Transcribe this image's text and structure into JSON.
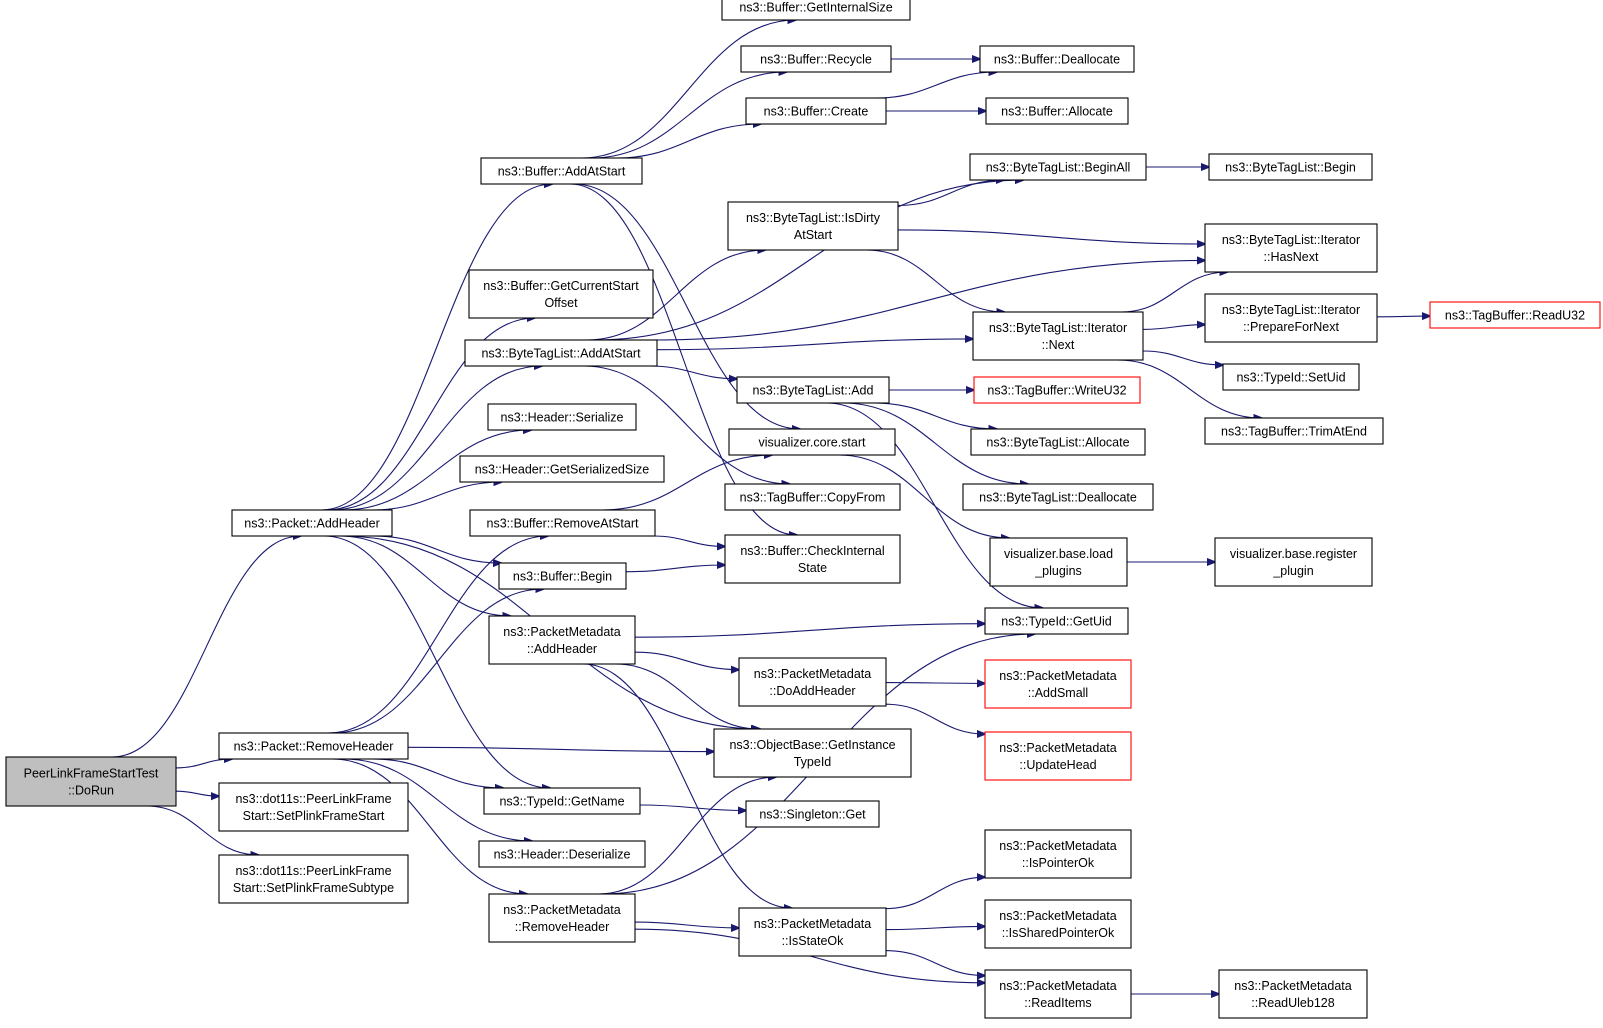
{
  "graph": {
    "nodes": [
      {
        "id": "root",
        "label": [
          "PeerLinkFrameStartTest",
          "::DoRun"
        ],
        "style": "root"
      },
      {
        "id": "pkt_addheader",
        "label": [
          "ns3::Packet::AddHeader"
        ]
      },
      {
        "id": "pkt_removeheader",
        "label": [
          "ns3::Packet::RemoveHeader"
        ]
      },
      {
        "id": "setplinkframestart",
        "label": [
          "ns3::dot11s::PeerLinkFrame",
          "Start::SetPlinkFrameStart"
        ]
      },
      {
        "id": "setplinkframesubtype",
        "label": [
          "ns3::dot11s::PeerLinkFrame",
          "Start::SetPlinkFrameSubtype"
        ]
      },
      {
        "id": "buf_addatstart",
        "label": [
          "ns3::Buffer::AddAtStart"
        ]
      },
      {
        "id": "buf_getcurrentstartoffset",
        "label": [
          "ns3::Buffer::GetCurrentStart",
          "Offset"
        ]
      },
      {
        "id": "btl_addatstart",
        "label": [
          "ns3::ByteTagList::AddAtStart"
        ]
      },
      {
        "id": "hdr_serialize",
        "label": [
          "ns3::Header::Serialize"
        ]
      },
      {
        "id": "hdr_getserializedsize",
        "label": [
          "ns3::Header::GetSerializedSize"
        ]
      },
      {
        "id": "buf_removeatstart",
        "label": [
          "ns3::Buffer::RemoveAtStart"
        ]
      },
      {
        "id": "buf_begin",
        "label": [
          "ns3::Buffer::Begin"
        ]
      },
      {
        "id": "pm_addheader",
        "label": [
          "ns3::PacketMetadata",
          "::AddHeader"
        ]
      },
      {
        "id": "typeid_getname",
        "label": [
          "ns3::TypeId::GetName"
        ]
      },
      {
        "id": "hdr_deserialize",
        "label": [
          "ns3::Header::Deserialize"
        ]
      },
      {
        "id": "pm_removeheader",
        "label": [
          "ns3::PacketMetadata",
          "::RemoveHeader"
        ]
      },
      {
        "id": "buf_getinternalsize",
        "label": [
          "ns3::Buffer::GetInternalSize"
        ]
      },
      {
        "id": "buf_recycle",
        "label": [
          "ns3::Buffer::Recycle"
        ]
      },
      {
        "id": "buf_create",
        "label": [
          "ns3::Buffer::Create"
        ]
      },
      {
        "id": "btl_isdirtyatstart",
        "label": [
          "ns3::ByteTagList::IsDirty",
          "AtStart"
        ]
      },
      {
        "id": "btl_add",
        "label": [
          "ns3::ByteTagList::Add"
        ]
      },
      {
        "id": "viz_core_start",
        "label": [
          "visualizer.core.start"
        ]
      },
      {
        "id": "tb_copyfrom",
        "label": [
          "ns3::TagBuffer::CopyFrom"
        ]
      },
      {
        "id": "buf_checkinternalstate",
        "label": [
          "ns3::Buffer::CheckInternal",
          "State"
        ]
      },
      {
        "id": "pm_doaddheader",
        "label": [
          "ns3::PacketMetadata",
          "::DoAddHeader"
        ]
      },
      {
        "id": "ob_getinstancetypeid",
        "label": [
          "ns3::ObjectBase::GetInstance",
          "TypeId"
        ]
      },
      {
        "id": "singleton_get",
        "label": [
          "ns3::Singleton::Get"
        ]
      },
      {
        "id": "pm_isstateok",
        "label": [
          "ns3::PacketMetadata",
          "::IsStateOk"
        ]
      },
      {
        "id": "buf_deallocate",
        "label": [
          "ns3::Buffer::Deallocate"
        ]
      },
      {
        "id": "buf_allocate",
        "label": [
          "ns3::Buffer::Allocate"
        ]
      },
      {
        "id": "btl_beginall",
        "label": [
          "ns3::ByteTagList::BeginAll"
        ]
      },
      {
        "id": "btl_iter_next",
        "label": [
          "ns3::ByteTagList::Iterator",
          "::Next"
        ]
      },
      {
        "id": "tb_writeu32",
        "label": [
          "ns3::TagBuffer::WriteU32"
        ],
        "style": "red"
      },
      {
        "id": "btl_allocate",
        "label": [
          "ns3::ByteTagList::Allocate"
        ]
      },
      {
        "id": "btl_deallocate",
        "label": [
          "ns3::ByteTagList::Deallocate"
        ]
      },
      {
        "id": "viz_base_loadplugins",
        "label": [
          "visualizer.base.load",
          "_plugins"
        ]
      },
      {
        "id": "typeid_getuid",
        "label": [
          "ns3::TypeId::GetUid"
        ]
      },
      {
        "id": "pm_addsmall",
        "label": [
          "ns3::PacketMetadata",
          "::AddSmall"
        ],
        "style": "red"
      },
      {
        "id": "pm_updatehead",
        "label": [
          "ns3::PacketMetadata",
          "::UpdateHead"
        ],
        "style": "red"
      },
      {
        "id": "pm_ispointerok",
        "label": [
          "ns3::PacketMetadata",
          "::IsPointerOk"
        ]
      },
      {
        "id": "pm_issharedpointerok",
        "label": [
          "ns3::PacketMetadata",
          "::IsSharedPointerOk"
        ]
      },
      {
        "id": "pm_readitems",
        "label": [
          "ns3::PacketMetadata",
          "::ReadItems"
        ]
      },
      {
        "id": "btl_begin",
        "label": [
          "ns3::ByteTagList::Begin"
        ]
      },
      {
        "id": "btl_iter_hasnext",
        "label": [
          "ns3::ByteTagList::Iterator",
          "::HasNext"
        ]
      },
      {
        "id": "btl_iter_preparefornext",
        "label": [
          "ns3::ByteTagList::Iterator",
          "::PrepareForNext"
        ]
      },
      {
        "id": "typeid_setuid",
        "label": [
          "ns3::TypeId::SetUid"
        ]
      },
      {
        "id": "tb_trimatend",
        "label": [
          "ns3::TagBuffer::TrimAtEnd"
        ]
      },
      {
        "id": "viz_base_registerplugin",
        "label": [
          "visualizer.base.register",
          "_plugin"
        ]
      },
      {
        "id": "pm_readuleb128",
        "label": [
          "ns3::PacketMetadata",
          "::ReadUleb128"
        ]
      },
      {
        "id": "tb_readu32",
        "label": [
          "ns3::TagBuffer::ReadU32"
        ],
        "style": "red"
      }
    ],
    "edges": [
      [
        "root",
        "pkt_addheader"
      ],
      [
        "root",
        "pkt_removeheader"
      ],
      [
        "root",
        "setplinkframestart"
      ],
      [
        "root",
        "setplinkframesubtype"
      ],
      [
        "pkt_addheader",
        "buf_addatstart"
      ],
      [
        "pkt_addheader",
        "buf_getcurrentstartoffset"
      ],
      [
        "pkt_addheader",
        "btl_addatstart"
      ],
      [
        "pkt_addheader",
        "hdr_serialize"
      ],
      [
        "pkt_addheader",
        "hdr_getserializedsize"
      ],
      [
        "pkt_addheader",
        "buf_begin"
      ],
      [
        "pkt_addheader",
        "pm_addheader"
      ],
      [
        "pkt_addheader",
        "ob_getinstancetypeid"
      ],
      [
        "pkt_addheader",
        "typeid_getname"
      ],
      [
        "pkt_removeheader",
        "buf_removeatstart"
      ],
      [
        "pkt_removeheader",
        "buf_begin"
      ],
      [
        "pkt_removeheader",
        "ob_getinstancetypeid"
      ],
      [
        "pkt_removeheader",
        "typeid_getname"
      ],
      [
        "pkt_removeheader",
        "hdr_deserialize"
      ],
      [
        "pkt_removeheader",
        "pm_removeheader"
      ],
      [
        "buf_addatstart",
        "buf_getinternalsize"
      ],
      [
        "buf_addatstart",
        "buf_recycle"
      ],
      [
        "buf_addatstart",
        "buf_create"
      ],
      [
        "buf_addatstart",
        "viz_core_start"
      ],
      [
        "buf_addatstart",
        "buf_checkinternalstate"
      ],
      [
        "buf_recycle",
        "buf_deallocate"
      ],
      [
        "buf_create",
        "buf_deallocate"
      ],
      [
        "buf_create",
        "buf_allocate"
      ],
      [
        "btl_addatstart",
        "btl_beginall"
      ],
      [
        "btl_addatstart",
        "btl_isdirtyatstart"
      ],
      [
        "btl_addatstart",
        "btl_iter_hasnext"
      ],
      [
        "btl_addatstart",
        "btl_iter_next"
      ],
      [
        "btl_addatstart",
        "btl_add"
      ],
      [
        "btl_addatstart",
        "tb_copyfrom"
      ],
      [
        "btl_isdirtyatstart",
        "btl_beginall"
      ],
      [
        "btl_isdirtyatstart",
        "btl_iter_hasnext"
      ],
      [
        "btl_isdirtyatstart",
        "btl_iter_next"
      ],
      [
        "btl_beginall",
        "btl_begin"
      ],
      [
        "btl_iter_next",
        "btl_iter_hasnext"
      ],
      [
        "btl_iter_next",
        "btl_iter_preparefornext"
      ],
      [
        "btl_iter_next",
        "typeid_setuid"
      ],
      [
        "btl_iter_next",
        "tb_trimatend"
      ],
      [
        "btl_iter_preparefornext",
        "tb_readu32"
      ],
      [
        "btl_add",
        "tb_writeu32"
      ],
      [
        "btl_add",
        "btl_allocate"
      ],
      [
        "btl_add",
        "btl_deallocate"
      ],
      [
        "btl_add",
        "typeid_getuid"
      ],
      [
        "viz_core_start",
        "viz_base_loadplugins"
      ],
      [
        "viz_base_loadplugins",
        "viz_base_registerplugin"
      ],
      [
        "buf_removeatstart",
        "viz_core_start"
      ],
      [
        "buf_removeatstart",
        "buf_checkinternalstate"
      ],
      [
        "buf_begin",
        "buf_checkinternalstate"
      ],
      [
        "pm_addheader",
        "typeid_getuid"
      ],
      [
        "pm_addheader",
        "pm_doaddheader"
      ],
      [
        "pm_addheader",
        "ob_getinstancetypeid"
      ],
      [
        "pm_addheader",
        "pm_isstateok"
      ],
      [
        "pm_doaddheader",
        "pm_addsmall"
      ],
      [
        "pm_doaddheader",
        "pm_updatehead"
      ],
      [
        "typeid_getname",
        "singleton_get"
      ],
      [
        "pm_removeheader",
        "ob_getinstancetypeid"
      ],
      [
        "pm_removeheader",
        "typeid_getuid"
      ],
      [
        "pm_removeheader",
        "pm_isstateok"
      ],
      [
        "pm_removeheader",
        "pm_readitems"
      ],
      [
        "pm_isstateok",
        "pm_ispointerok"
      ],
      [
        "pm_isstateok",
        "pm_issharedpointerok"
      ],
      [
        "pm_isstateok",
        "pm_readitems"
      ],
      [
        "pm_readitems",
        "pm_readuleb128"
      ]
    ],
    "colors": {
      "edge": "#191970",
      "root_fill": "#bfbfbf",
      "node_border": "#000000",
      "highlight_border": "#ff0000"
    }
  }
}
